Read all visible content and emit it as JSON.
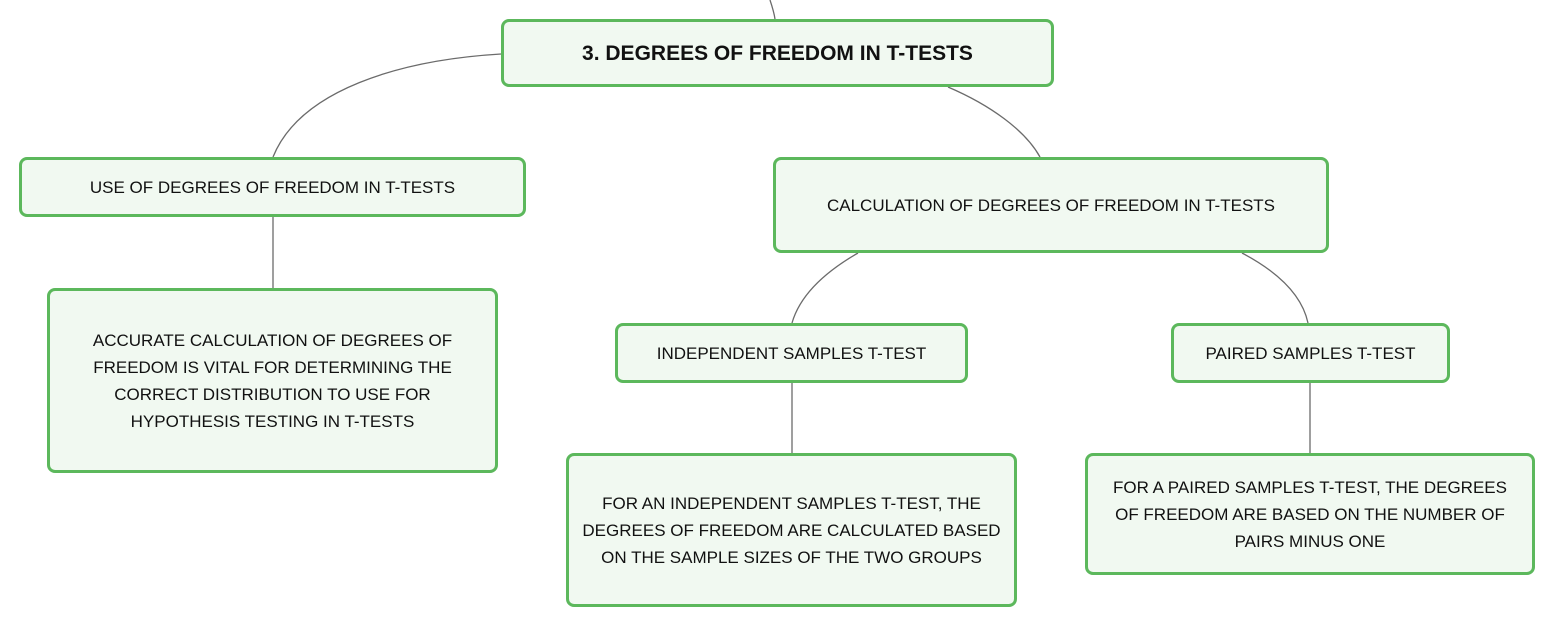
{
  "diagram": {
    "root": {
      "label": "3. DEGREES OF FREEDOM IN T-TESTS"
    },
    "use_branch": {
      "label": "USE OF DEGREES OF FREEDOM IN T-TESTS",
      "detail": "ACCURATE CALCULATION OF DEGREES OF FREEDOM IS VITAL FOR DETERMINING THE CORRECT DISTRIBUTION TO USE FOR HYPOTHESIS TESTING IN T-TESTS"
    },
    "calculation_branch": {
      "label": "CALCULATION OF DEGREES OF FREEDOM IN T-TESTS",
      "independent": {
        "label": "INDEPENDENT SAMPLES T-TEST",
        "detail": "FOR AN INDEPENDENT SAMPLES T-TEST, THE DEGREES OF FREEDOM ARE CALCULATED BASED ON THE SAMPLE SIZES OF THE TWO GROUPS"
      },
      "paired": {
        "label": "PAIRED SAMPLES T-TEST",
        "detail": "FOR A PAIRED SAMPLES T-TEST, THE DEGREES OF FREEDOM ARE BASED ON THE NUMBER OF PAIRS MINUS ONE"
      }
    },
    "colors": {
      "node_border": "#5cb85c",
      "node_fill": "#f1f9f1",
      "connector": "#6b6b6b",
      "text": "#111111"
    }
  }
}
